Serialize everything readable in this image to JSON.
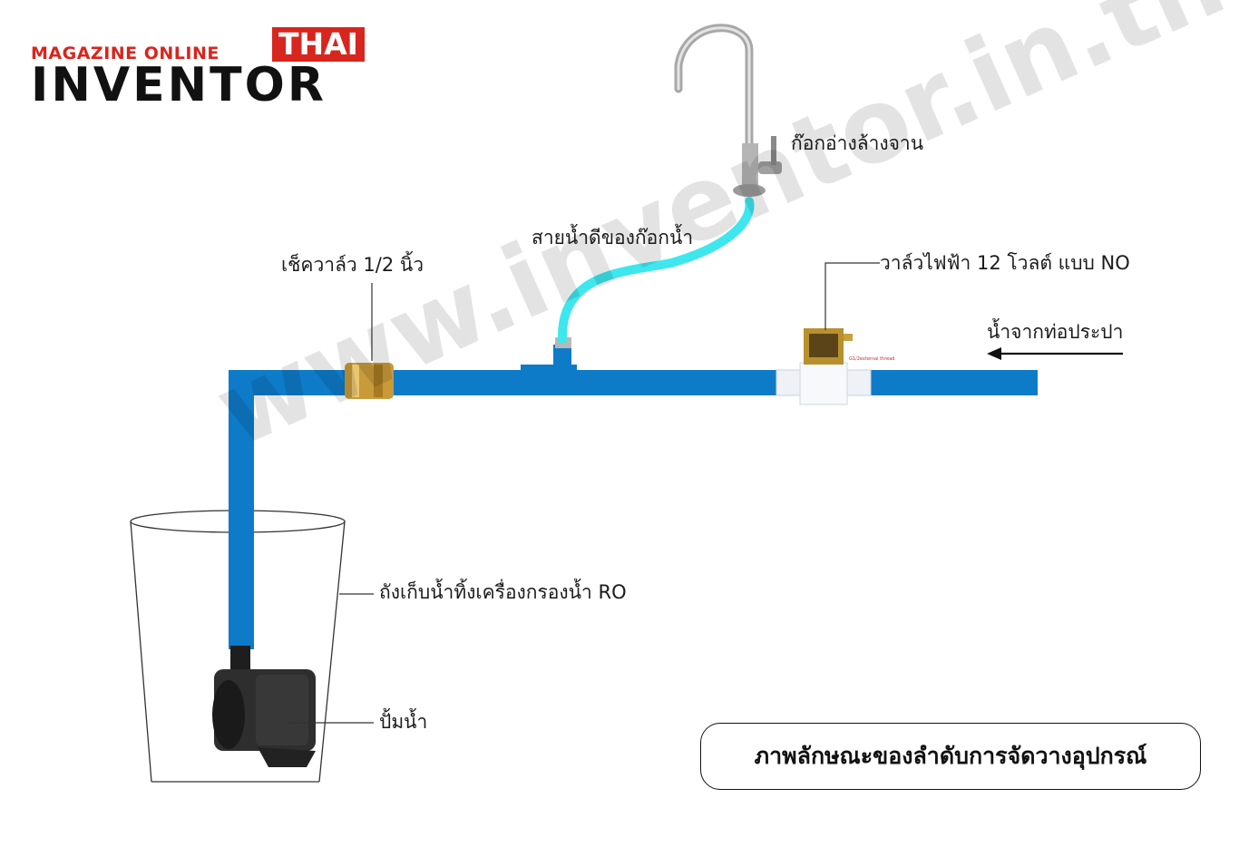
{
  "logo": {
    "top_text": "MAGAZINE ONLINE",
    "badge_text": "THAI",
    "main_text": "INVENTOR",
    "accent_color": "#d7261e"
  },
  "watermark": "www.inventor.in.th",
  "labels": {
    "faucet": "ก๊อกอ่างล้างจาน",
    "hose": "สายน้ำดีของก๊อกน้ำ",
    "check_valve": "เช็ควาล์ว 1/2 นิ้ว",
    "solenoid_valve": "วาล์วไฟฟ้า 12 โวลต์ แบบ NO",
    "water_inlet": "น้ำจากท่อประปา",
    "tank": "ถังเก็บน้ำทิ้งเครื่องกรองน้ำ RO",
    "pump": "ปั้มน้ำ",
    "solenoid_tag": "G1/2external thread"
  },
  "caption": "ภาพลักษณะของลำดับการจัดวางอุปกรณ์",
  "colors": {
    "pipe": "#0e7bc8",
    "hose": "#3ee6ee",
    "brass": "#c89a3a",
    "pump": "#2a2a2a"
  }
}
